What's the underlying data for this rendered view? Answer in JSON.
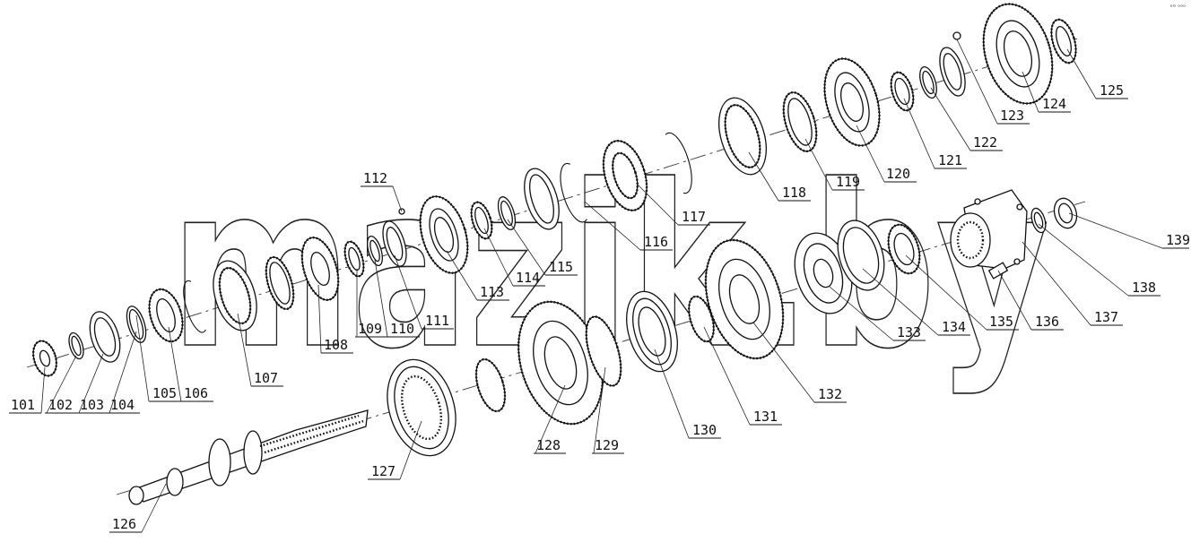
{
  "watermark": "mazik.by",
  "corner_mark": "ᵉᴳ ᵒᵒᵒ",
  "callouts": [
    "101",
    "102",
    "103",
    "104",
    "105",
    "106",
    "107",
    "108",
    "109",
    "110",
    "111",
    "112",
    "113",
    "114",
    "115",
    "116",
    "117",
    "118",
    "119",
    "120",
    "121",
    "122",
    "123",
    "124",
    "125",
    "126",
    "127",
    "128",
    "129",
    "130",
    "131",
    "132",
    "133",
    "134",
    "135",
    "136",
    "137",
    "138",
    "139"
  ]
}
